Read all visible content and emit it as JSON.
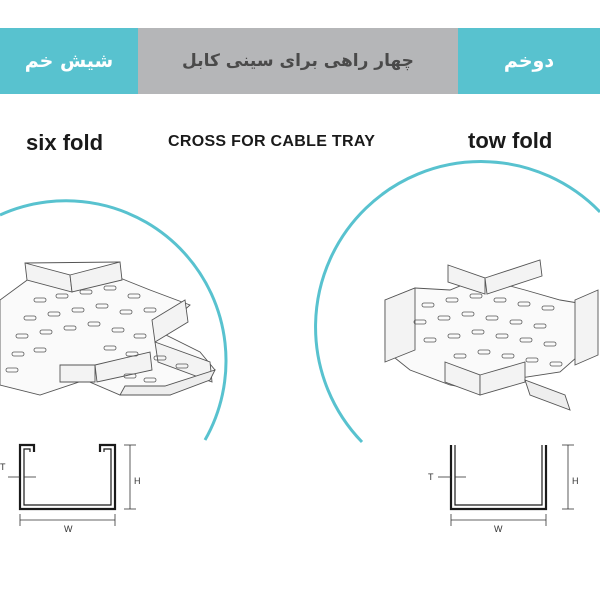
{
  "banner": {
    "left_label": "شیش خم",
    "center_label": "چهار راهی برای سینی کابل",
    "right_label": "دوخم",
    "color_teal": "#58c2cf",
    "color_grey": "#b5b6b8"
  },
  "headings": {
    "left": "six fold",
    "center": "CROSS FOR CABLE TRAY",
    "right": "tow fold"
  },
  "left_profile": {
    "t": "T",
    "h": "H",
    "w": "W"
  },
  "right_profile": {
    "t": "T",
    "h": "H",
    "w": "W"
  }
}
